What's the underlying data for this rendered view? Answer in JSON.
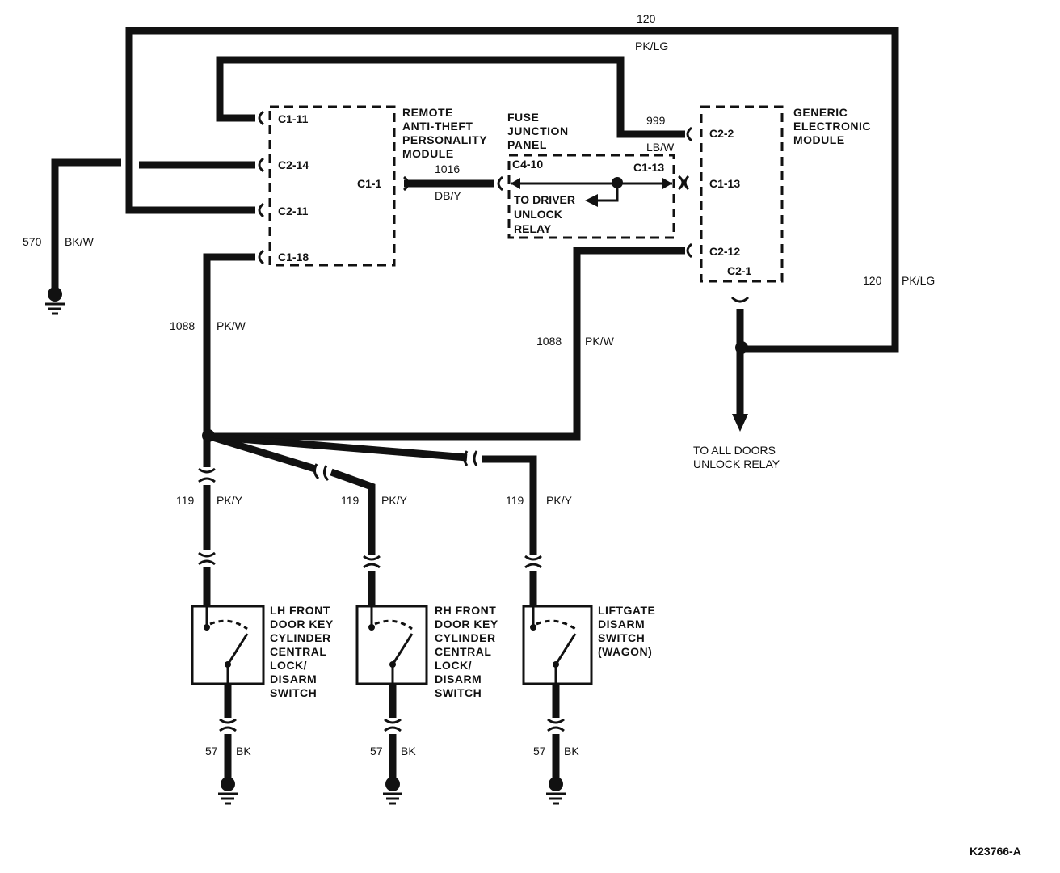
{
  "modules": {
    "rap": {
      "title": [
        "REMOTE",
        "ANTI-THEFT",
        "PERSONALITY",
        "MODULE"
      ],
      "pins": {
        "c1_11": "C1-11",
        "c2_14": "C2-14",
        "c2_11": "C2-11",
        "c1_18": "C1-18",
        "c1_1": "C1-1"
      }
    },
    "fjp": {
      "title": [
        "FUSE",
        "JUNCTION",
        "PANEL"
      ],
      "pins": {
        "c4_10": "C4-10",
        "c1_13": "C1-13"
      },
      "note": [
        "TO DRIVER",
        "UNLOCK",
        "RELAY"
      ]
    },
    "gem": {
      "title": [
        "GENERIC",
        "ELECTRONIC",
        "MODULE"
      ],
      "pins": {
        "c2_2": "C2-2",
        "c1_13": "C1-13",
        "c2_12": "C2-12",
        "c2_1": "C2-1"
      }
    }
  },
  "wires": {
    "w120_top": {
      "circuit": "120",
      "color": "PK/LG"
    },
    "w999": {
      "circuit": "999",
      "color": "LB/W"
    },
    "w1016": {
      "circuit": "1016",
      "color": "DB/Y"
    },
    "w570": {
      "circuit": "570",
      "color": "BK/W"
    },
    "w1088_left": {
      "circuit": "1088",
      "color": "PK/W"
    },
    "w1088_right": {
      "circuit": "1088",
      "color": "PK/W"
    },
    "w120_right": {
      "circuit": "120",
      "color": "PK/LG"
    },
    "w119_a": {
      "circuit": "119",
      "color": "PK/Y"
    },
    "w119_b": {
      "circuit": "119",
      "color": "PK/Y"
    },
    "w119_c": {
      "circuit": "119",
      "color": "PK/Y"
    },
    "w57_a": {
      "circuit": "57",
      "color": "BK"
    },
    "w57_b": {
      "circuit": "57",
      "color": "BK"
    },
    "w57_c": {
      "circuit": "57",
      "color": "BK"
    }
  },
  "switches": {
    "lh": [
      "LH FRONT",
      "DOOR KEY",
      "CYLINDER",
      "CENTRAL",
      "LOCK/",
      "DISARM",
      "SWITCH"
    ],
    "rh": [
      "RH FRONT",
      "DOOR KEY",
      "CYLINDER",
      "CENTRAL",
      "LOCK/",
      "DISARM",
      "SWITCH"
    ],
    "lg": [
      "LIFTGATE",
      "DISARM",
      "SWITCH",
      "(WAGON)"
    ]
  },
  "destinations": {
    "all_doors": [
      "TO ALL DOORS",
      "UNLOCK RELAY"
    ]
  },
  "figure_id": "K23766-A"
}
